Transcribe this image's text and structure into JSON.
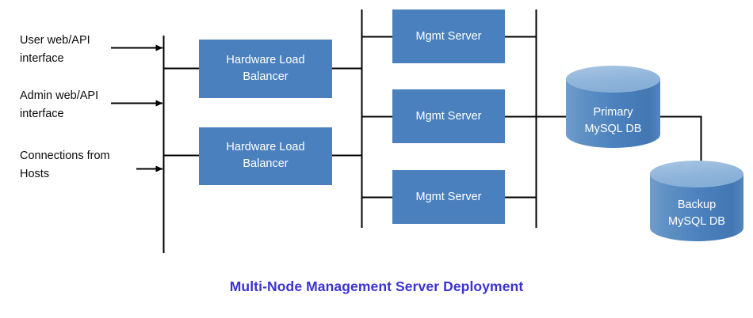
{
  "title": "Multi-Node Management Server Deployment",
  "colors": {
    "node_fill": "#4a80bd",
    "cylinder_top": "#8fb4da",
    "cylinder_body": "#4a80bd",
    "cylinder_shade": "#3f6da4",
    "line": "#000000",
    "node_text": "#ffffff",
    "label_text": "#0b0b0b",
    "title_text": "#3b32d2",
    "background": "#ffffff"
  },
  "inputs": [
    {
      "name": "user-web-api-interface",
      "label": "User web/API\ninterface"
    },
    {
      "name": "admin-web-api-interface",
      "label": "Admin web/API\ninterface"
    },
    {
      "name": "connections-from-hosts",
      "label": "Connections from\nHosts"
    }
  ],
  "load_balancers": [
    {
      "name": "hardware-load-balancer-1",
      "label": "Hardware Load\nBalancer"
    },
    {
      "name": "hardware-load-balancer-2",
      "label": "Hardware Load\nBalancer"
    }
  ],
  "mgmt_servers": [
    {
      "name": "mgmt-server-1",
      "label": "Mgmt Server"
    },
    {
      "name": "mgmt-server-2",
      "label": "Mgmt Server"
    },
    {
      "name": "mgmt-server-3",
      "label": "Mgmt Server"
    }
  ],
  "databases": [
    {
      "name": "primary-mysql-db",
      "label": "Primary\nMySQL DB"
    },
    {
      "name": "backup-mysql-db",
      "label": "Backup\nMySQL DB"
    }
  ]
}
